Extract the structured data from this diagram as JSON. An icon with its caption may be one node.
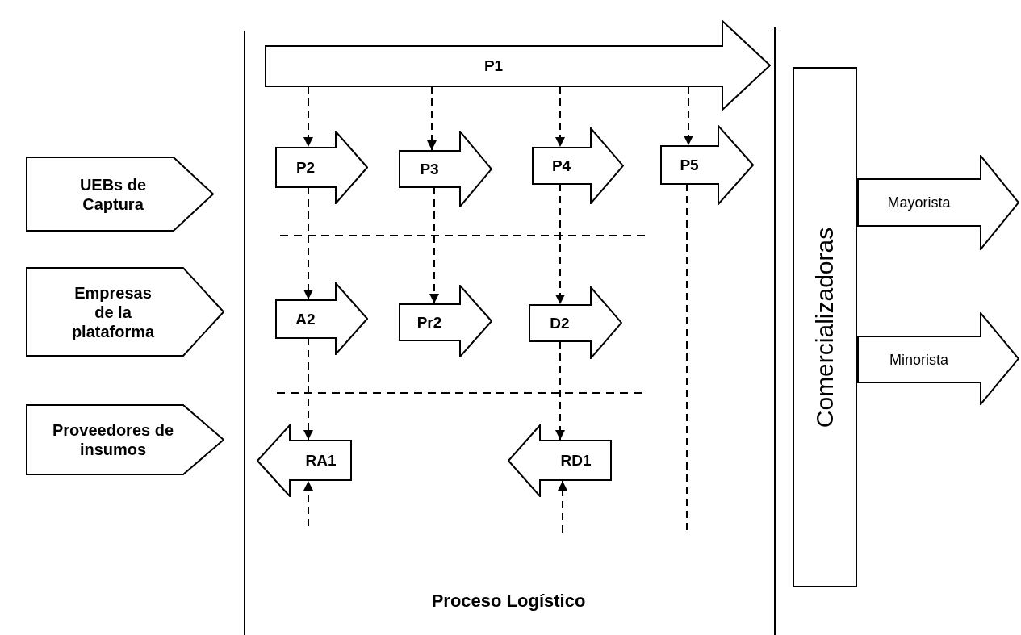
{
  "diagram": {
    "nodes": [
      {
        "text": [
          "UEBs de Captura"
        ]
      },
      {
        "text": [
          "Empresas de la plataforma"
        ]
      },
      {
        "text": [
          "Proveedores de insumos"
        ]
      },
      {
        "text": [
          "P1"
        ]
      },
      {
        "text": [
          "P2"
        ]
      },
      {
        "text": [
          "P3"
        ]
      },
      {
        "text": [
          "P4"
        ]
      },
      {
        "text": [
          "P5"
        ]
      },
      {
        "text": [
          "A2"
        ]
      },
      {
        "text": [
          "Pr2"
        ]
      },
      {
        "text": [
          "D2"
        ]
      },
      {
        "text": [
          "RA1"
        ]
      },
      {
        "text": [
          "RD1"
        ]
      },
      {
        "text": [
          "Comercializadoras"
        ]
      },
      {
        "text": [
          "Mayorista"
        ]
      },
      {
        "text": [
          "Minorista"
        ]
      }
    ],
    "edges": [
      {
        "from": 3,
        "to": 4,
        "arrow": "to",
        "style": "dashed"
      },
      {
        "from": 3,
        "to": 5,
        "arrow": "to",
        "style": "dashed"
      },
      {
        "from": 3,
        "to": 6,
        "arrow": "to",
        "style": "dashed"
      },
      {
        "from": 3,
        "to": 7,
        "arrow": "to",
        "style": "dashed"
      },
      {
        "from": 4,
        "to": 8,
        "arrow": "to",
        "style": "dashed"
      },
      {
        "from": 5,
        "to": 9,
        "arrow": "to",
        "style": "dashed"
      },
      {
        "from": 6,
        "to": 10,
        "arrow": "to",
        "style": "dashed"
      },
      {
        "from": 8,
        "to": 11,
        "arrow": "to",
        "style": "dashed"
      },
      {
        "from": 10,
        "to": 12,
        "arrow": "to",
        "style": "dashed"
      },
      {
        "from": null,
        "to": 11,
        "arrow": "to",
        "style": "dashed"
      },
      {
        "from": null,
        "to": 12,
        "arrow": "to",
        "style": "dashed"
      },
      {
        "from": 7,
        "to": null,
        "arrow": "none",
        "style": "dashed"
      }
    ],
    "labels": [
      "Proceso Logístico"
    ]
  }
}
